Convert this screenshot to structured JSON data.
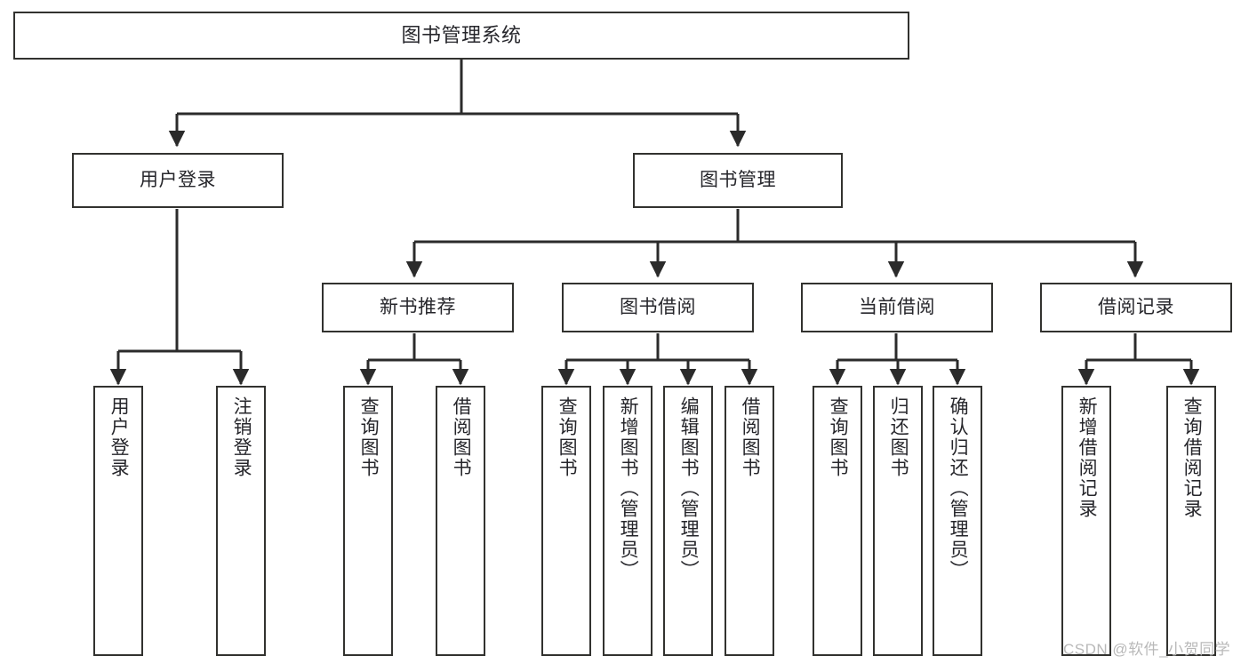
{
  "diagram": {
    "title": "图书管理系统",
    "type": "tree-hierarchy-chart",
    "colors": {
      "box_border": "#32322f",
      "box_fill": "#ffffff",
      "connector": "#2b2b2b",
      "text": "#26262b",
      "watermark": "#b9b9b9"
    },
    "root": {
      "label": "图书管理系统"
    },
    "level1": [
      {
        "label": "用户登录"
      },
      {
        "label": "图书管理"
      }
    ],
    "level2": [
      {
        "label": "新书推荐"
      },
      {
        "label": "图书借阅"
      },
      {
        "label": "当前借阅"
      },
      {
        "label": "借阅记录"
      }
    ],
    "leaves": {
      "user_login": [
        {
          "label": "用户登录"
        },
        {
          "label": "注销登录"
        }
      ],
      "new_book_recommend": [
        {
          "label": "查询图书"
        },
        {
          "label": "借阅图书"
        }
      ],
      "book_borrow": [
        {
          "label": "查询图书"
        },
        {
          "label": "新增图书（管理员）"
        },
        {
          "label": "编辑图书（管理员）"
        },
        {
          "label": "借阅图书"
        }
      ],
      "current_borrow": [
        {
          "label": "查询图书"
        },
        {
          "label": "归还图书"
        },
        {
          "label": "确认归还（管理员）"
        }
      ],
      "borrow_record": [
        {
          "label": "新增借阅记录"
        },
        {
          "label": "查询借阅记录"
        }
      ]
    }
  },
  "watermark": {
    "text": "CSDN @软件_小贺同学"
  }
}
